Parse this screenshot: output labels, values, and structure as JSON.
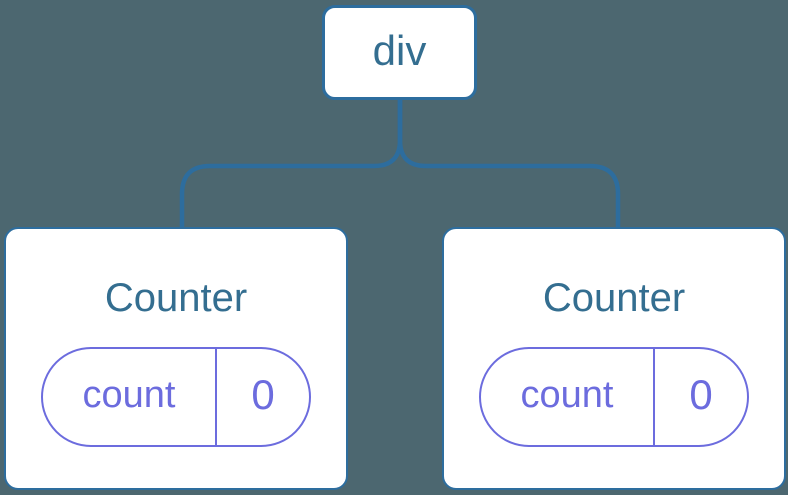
{
  "theme": {
    "background": "#4C6770",
    "line_blue": "#2D6D9E",
    "label_blue": "#346E90",
    "state_purple": "#6C6CDE",
    "node_fill": "#FFFFFF"
  },
  "tree": {
    "root": {
      "label": "div"
    },
    "children": [
      {
        "title": "Counter",
        "state": {
          "key": "count",
          "value": "0"
        }
      },
      {
        "title": "Counter",
        "state": {
          "key": "count",
          "value": "0"
        }
      }
    ]
  }
}
